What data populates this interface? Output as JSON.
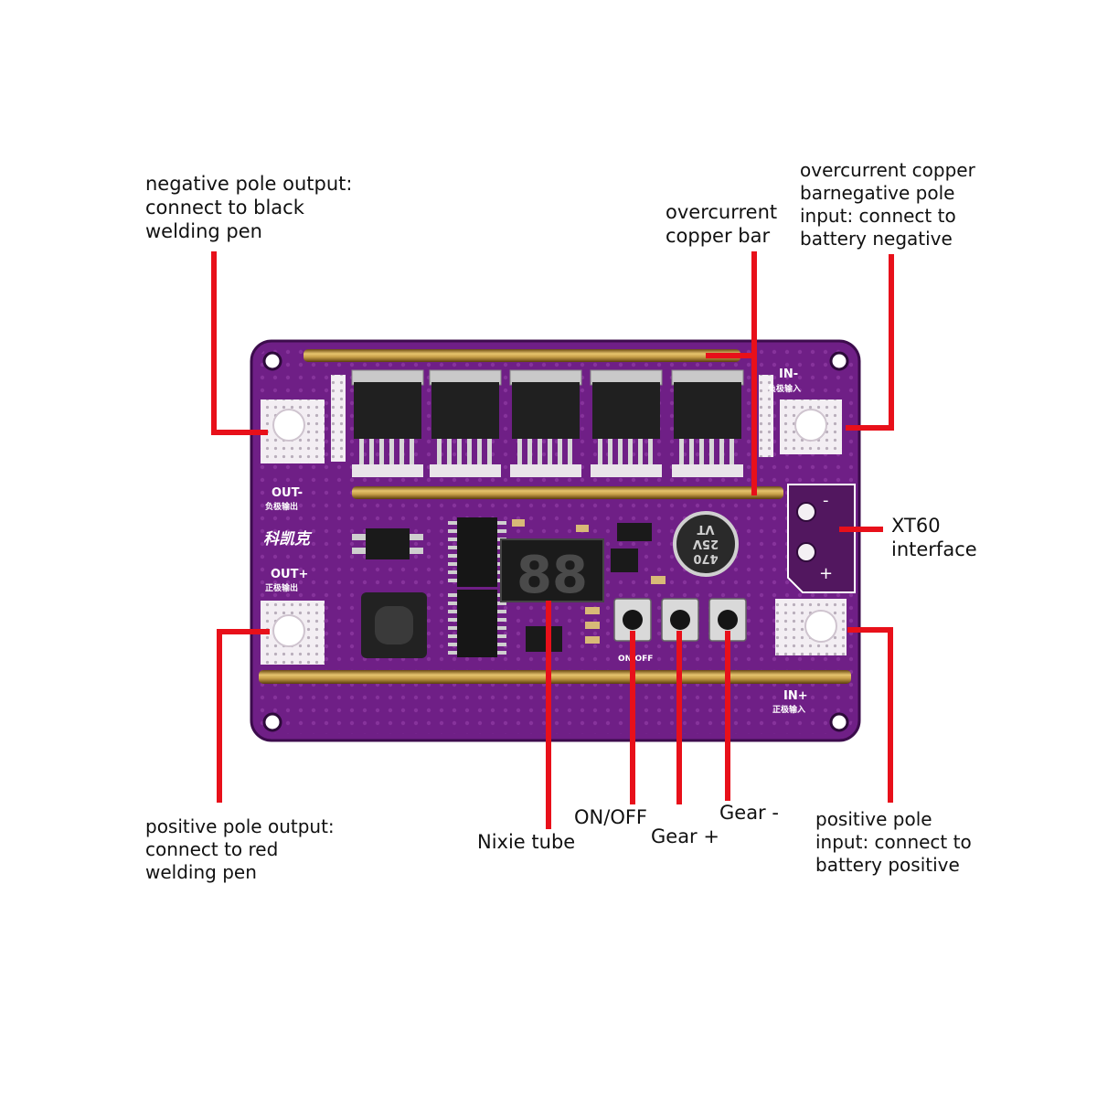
{
  "labels": {
    "neg_output": [
      "negative pole output:",
      "connect to black",
      "welding pen"
    ],
    "copper_bar": [
      "overcurrent",
      "copper bar"
    ],
    "neg_input": [
      "overcurrent copper",
      "barnegative pole",
      "input: connect to",
      "battery negative"
    ],
    "xt60": [
      "XT60",
      "interface"
    ],
    "pos_output": [
      "positive pole output:",
      "connect to red",
      "welding pen"
    ],
    "nixie": "Nixie tube",
    "onoff": "ON/OFF",
    "gear_plus": "Gear +",
    "gear_minus": "Gear -",
    "pos_input": [
      "positive pole",
      "input: connect to",
      "battery positive"
    ]
  },
  "board": {
    "silk_in_minus": "IN-",
    "silk_in_minus_cn": "负极输入",
    "silk_out_minus": "OUT-",
    "silk_out_minus_cn": "负极输出",
    "silk_brand": "科凯克",
    "silk_out_plus": "OUT+",
    "silk_out_plus_cn": "正极输出",
    "silk_in_plus": "IN+",
    "silk_in_plus_cn": "正极输入",
    "silk_onoff": "ON/OFF",
    "cap_text": [
      "470",
      "25V",
      "VT"
    ],
    "display": "88",
    "xt60_minus": "-",
    "xt60_plus": "+"
  },
  "colors": {
    "board": "#6f1f86",
    "board_dark": "#4d1160",
    "copper": "#c9a14a",
    "pointer": "#e8101a"
  }
}
